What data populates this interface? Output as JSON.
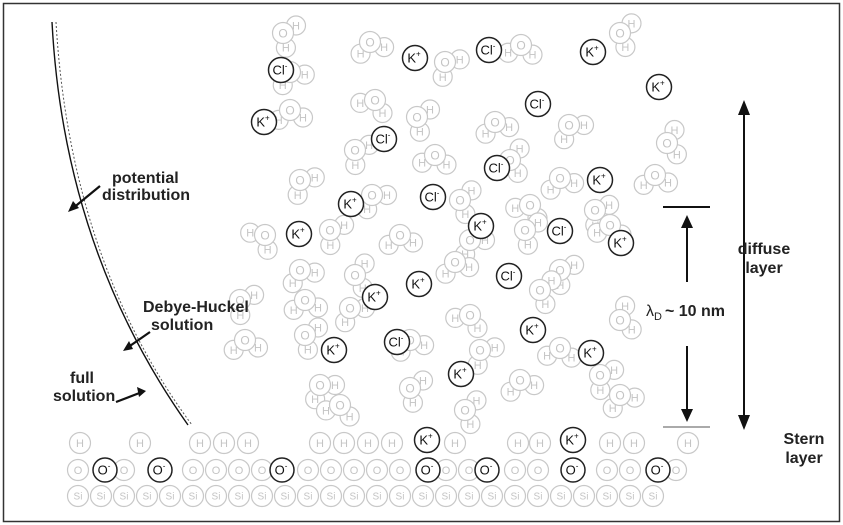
{
  "labels": {
    "potential_distribution": [
      "potential",
      "distribution"
    ],
    "debye_huckel": [
      "Debye-Huckel",
      "solution"
    ],
    "full_solution": [
      "full",
      "solution"
    ],
    "diffuse_layer": [
      "diffuse",
      "layer"
    ],
    "stern_layer": [
      "Stern",
      "layer"
    ],
    "debye_length_symbol": "λ",
    "debye_length_sub": "D",
    "debye_length_value": "~ 10 nm"
  },
  "species": {
    "potassium": {
      "base": "K",
      "charge": "+"
    },
    "chloride": {
      "base": "Cl",
      "charge": "-"
    },
    "oxide": {
      "base": "O",
      "charge": "-"
    },
    "hydrogen": "H",
    "oxygen": "O",
    "silicon": "Si"
  },
  "colors": {
    "ion_stroke": "#222222",
    "molecule_stroke": "#c8c8c8",
    "molecule_text": "#c4c4c4",
    "line": "#111111",
    "border": "#333333"
  }
}
